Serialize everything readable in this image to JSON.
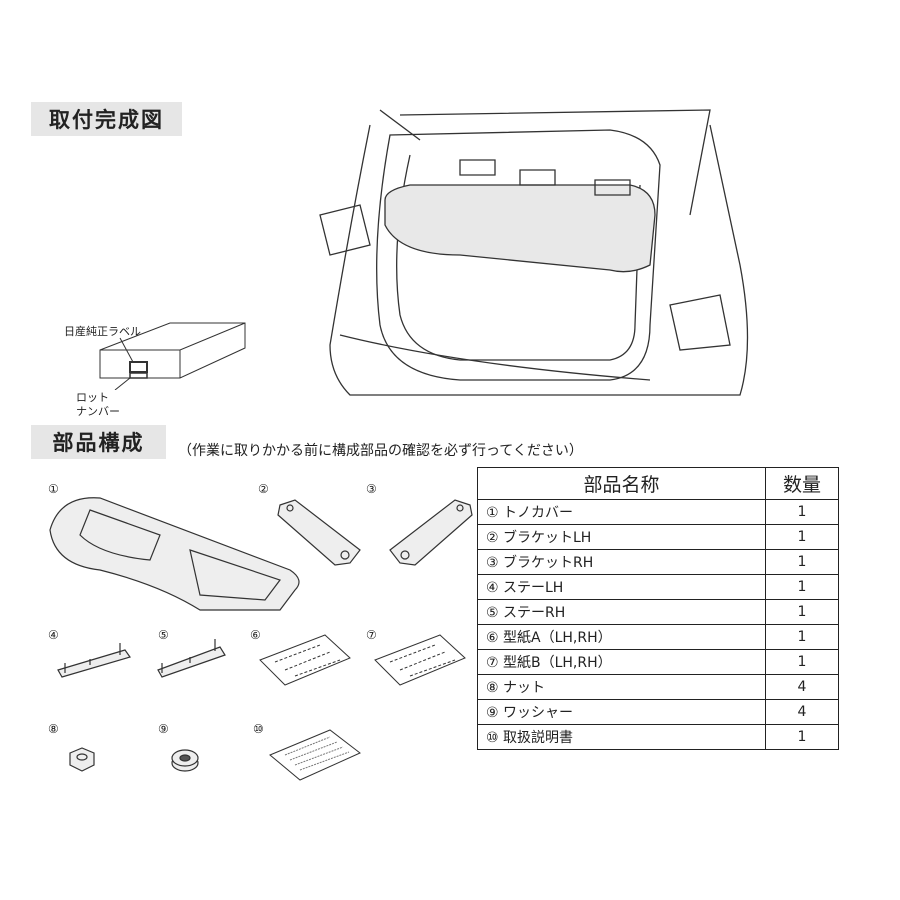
{
  "section1": {
    "title": "取付完成図"
  },
  "label_diagram": {
    "label": "日産純正ラベル",
    "lot1": "ロット",
    "lot2": "ナンバー"
  },
  "section2": {
    "title": "部品構成",
    "note": "（作業に取りかかる前に構成部品の確認を必ず行ってください）"
  },
  "part_numbers": [
    "①",
    "②",
    "③",
    "④",
    "⑤",
    "⑥",
    "⑦",
    "⑧",
    "⑨",
    "⑩"
  ],
  "table": {
    "headers": [
      "部品名称",
      "数量"
    ],
    "rows": [
      {
        "name": "① トノカバー",
        "qty": "1"
      },
      {
        "name": "② ブラケットLH",
        "qty": "1"
      },
      {
        "name": "③ ブラケットRH",
        "qty": "1"
      },
      {
        "name": "④ ステーLH",
        "qty": "1"
      },
      {
        "name": "⑤ ステーRH",
        "qty": "1"
      },
      {
        "name": "⑥ 型紙A（LH,RH）",
        "qty": "1"
      },
      {
        "name": "⑦ 型紙B（LH,RH）",
        "qty": "1"
      },
      {
        "name": "⑧ ナット",
        "qty": "4"
      },
      {
        "name": "⑨ ワッシャー",
        "qty": "4"
      },
      {
        "name": "⑩ 取扱説明書",
        "qty": "1"
      }
    ]
  }
}
